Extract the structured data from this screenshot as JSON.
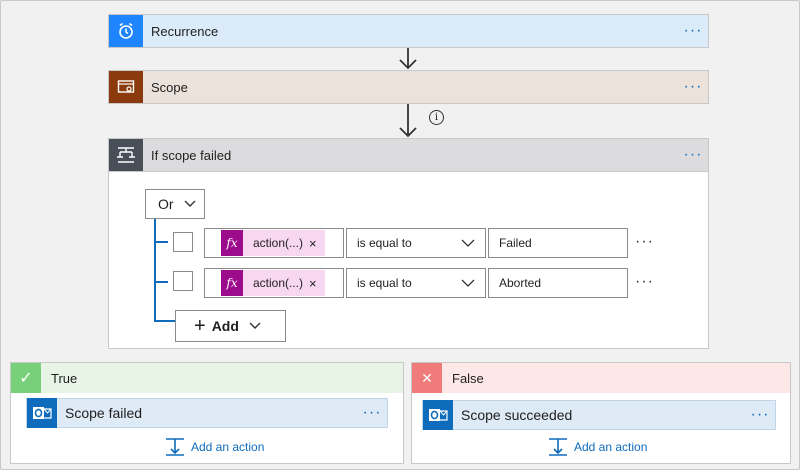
{
  "colors": {
    "recurrence_head": "#dcebfa",
    "recurrence_icon": "#1f85ff",
    "scope_head": "#ece2dc",
    "scope_icon": "#8a3a0c",
    "condition_head": "#dcdcde",
    "condition_icon": "#484f58",
    "true_head": "#e8f5e6",
    "true_icon": "#78d17a",
    "false_head": "#fde7e7",
    "false_icon": "#f07b7b",
    "token_fx": "#9c0b8c",
    "accent": "#0f6cbd"
  },
  "recurrence": {
    "title": "Recurrence",
    "icon": "alarm-clock-icon",
    "more": "···"
  },
  "scope": {
    "title": "Scope",
    "icon": "scope-icon",
    "more": "···"
  },
  "info_icon": "i",
  "condition": {
    "title": "If scope failed",
    "icon": "condition-icon",
    "more": "···",
    "operator": "Or",
    "rows": [
      {
        "token": "action(...)",
        "comparison": "is equal to",
        "value": "Failed",
        "more": "···"
      },
      {
        "token": "action(...)",
        "comparison": "is equal to",
        "value": "Aborted",
        "more": "···"
      }
    ],
    "add_label": "Add"
  },
  "true_branch": {
    "label": "True",
    "action": {
      "title": "Scope failed",
      "more": "···"
    },
    "add_action": "Add an action"
  },
  "false_branch": {
    "label": "False",
    "action": {
      "title": "Scope succeeded",
      "more": "···"
    },
    "add_action": "Add an action"
  },
  "glyphs": {
    "fx": "fx",
    "remove": "×",
    "plus": "+",
    "check": "✓",
    "cross": "✕"
  }
}
